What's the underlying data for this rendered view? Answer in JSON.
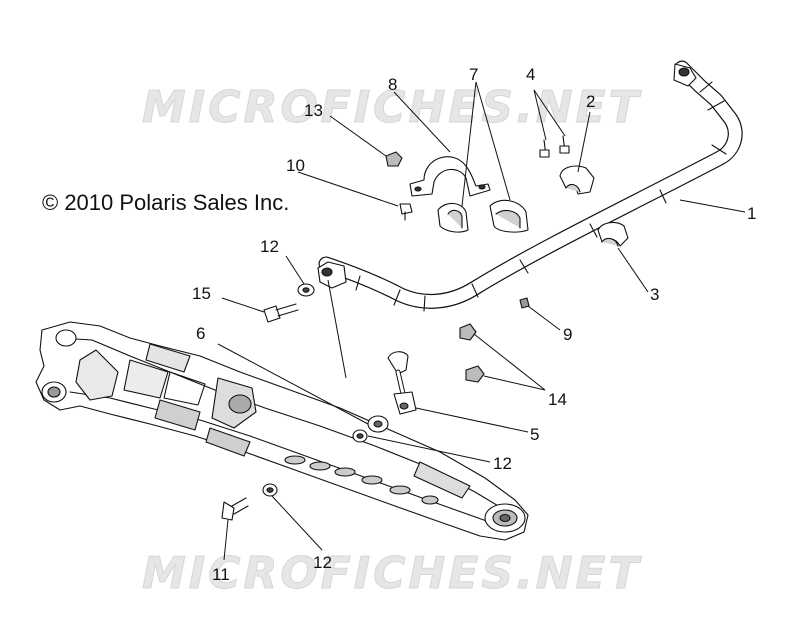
{
  "watermark": {
    "top": "MICROFICHES.NET",
    "bottom": "MICROFICHES.NET"
  },
  "copyright": "© 2010 Polaris Sales Inc.",
  "callouts": {
    "c1": "1",
    "c2": "2",
    "c3": "3",
    "c4": "4",
    "c5": "5",
    "c6": "6",
    "c7": "7",
    "c8": "8",
    "c9": "9",
    "c10": "10",
    "c11": "11",
    "c12a": "12",
    "c12b": "12",
    "c12c": "12",
    "c13": "13",
    "c14": "14",
    "c15": "15"
  },
  "colors": {
    "line": "#111111",
    "part_fill": "#ffffff",
    "shade": "#bdbdbd",
    "dark": "#555555",
    "watermark": "#e6e6e6"
  }
}
